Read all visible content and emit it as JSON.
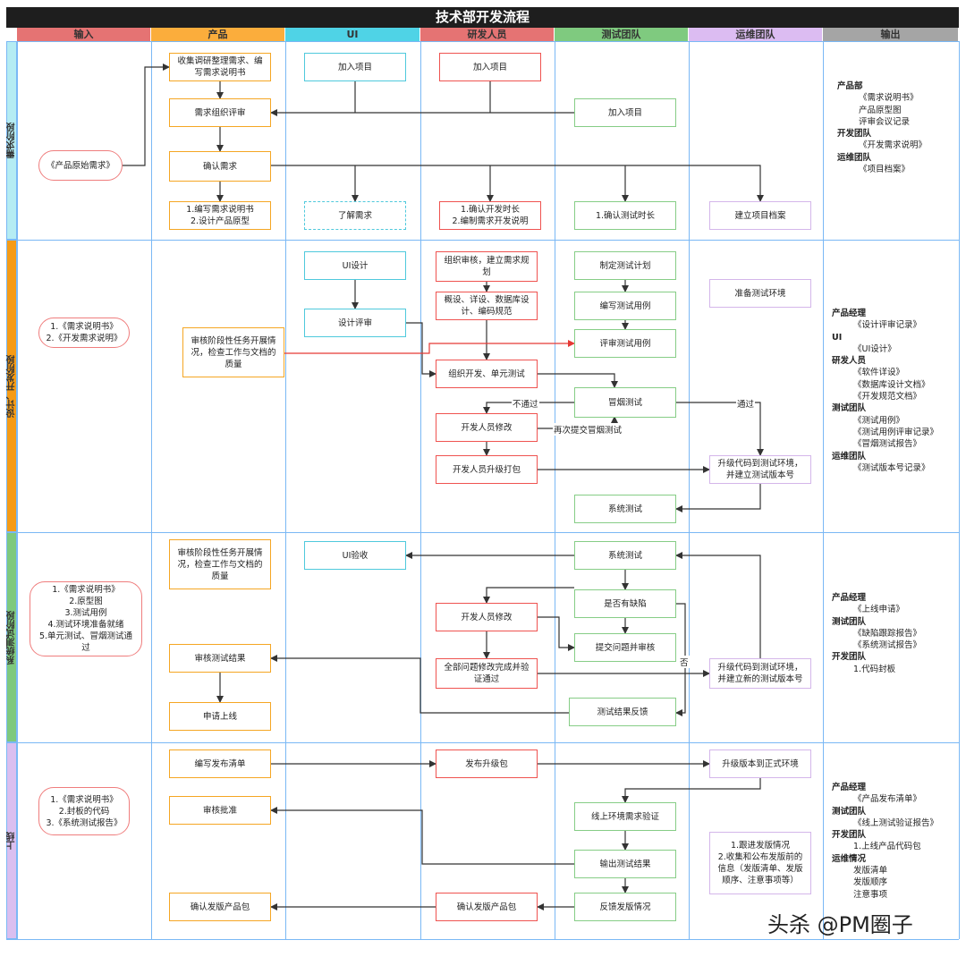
{
  "title": "技术部开发流程",
  "columns": [
    "输入",
    "产品",
    "UI",
    "研发人员",
    "测试团队",
    "运维团队",
    "输出"
  ],
  "column_colors": [
    "#e57373",
    "#fbad3c",
    "#4fd3e6",
    "#e57373",
    "#7fca7f",
    "#dcbcf2",
    "#a5a5a5"
  ],
  "phases": [
    "需求阶段",
    "设计、开发阶段",
    "系统测试阶段",
    "上线"
  ],
  "phase_colors": [
    "#b5ecf3",
    "#f59b16",
    "#7ec97e",
    "#dabff0"
  ],
  "boxes": {
    "r_in": "《产品原始需求》",
    "r_p1": "收集调研整理需求、编写需求说明书",
    "r_p2": "需求组织评审",
    "r_p3": "确认需求",
    "r_p4": "1.编写需求说明书\n2.设计产品原型",
    "r_ui1": "加入项目",
    "r_ui2": "了解需求",
    "r_d1": "加入项目",
    "r_d2": "1.确认开发时长\n2.编制需求开发说明",
    "r_t1": "加入项目",
    "r_t2": "1.确认测试时长",
    "r_o1": "建立项目档案",
    "d_in": "1.《需求说明书》\n2.《开发需求说明》",
    "d_p1": "审核阶段性任务开展情况，检查工作与文档的质量",
    "d_ui1": "UI设计",
    "d_ui2": "设计评审",
    "d_d1": "组织审核，建立需求规划",
    "d_d2": "概设、详设、数据库设计、编码规范",
    "d_d3": "组织开发、单元测试",
    "d_d4": "开发人员修改",
    "d_d5": "开发人员升级打包",
    "d_t1": "制定测试计划",
    "d_t2": "编写测试用例",
    "d_t3": "评审测试用例",
    "d_t4": "冒烟测试",
    "d_t5": "系统测试",
    "d_o1": "准备测试环境",
    "d_o2": "升级代码到测试环境，并建立测试版本号",
    "s_in": "1.《需求说明书》\n2.原型图\n3.测试用例\n4.测试环境准备就绪\n5.单元测试、冒烟测试通过",
    "s_p1": "审核阶段性任务开展情况，检查工作与文档的质量",
    "s_p2": "审核测试结果",
    "s_p3": "申请上线",
    "s_ui1": "UI验收",
    "s_d1": "开发人员修改",
    "s_d2": "全部问题修改完成并验证通过",
    "s_t1": "系统测试",
    "s_t2": "是否有缺陷",
    "s_t3": "提交问题并审核",
    "s_t4": "测试结果反馈",
    "s_o1": "升级代码到测试环境，并建立新的测试版本号",
    "l_in": "1.《需求说明书》\n2.封板的代码\n3.《系统测试报告》",
    "l_p1": "编写发布清单",
    "l_p2": "审核批准",
    "l_p3": "确认发版产品包",
    "l_d1": "发布升级包",
    "l_d2": "确认发版产品包",
    "l_t1": "线上环境需求验证",
    "l_t2": "输出测试结果",
    "l_t3": "反馈发版情况",
    "l_o1": "升级版本到正式环境",
    "l_o2": "1.跟进发版情况\n2.收集和公布发版前的信息（发版清单、发版顺序、注意事项等）"
  },
  "edge_labels": {
    "fail": "不通过",
    "resubmit": "再次提交冒烟测试",
    "pass": "通过",
    "no": "否"
  },
  "outputs": [
    [
      {
        "team": "产品部",
        "items": [
          "《需求说明书》",
          "产品原型图",
          "评审会议记录"
        ]
      },
      {
        "team": "开发团队",
        "items": [
          "《开发需求说明》"
        ]
      },
      {
        "team": "运维团队",
        "items": [
          "《项目档案》"
        ]
      }
    ],
    [
      {
        "team": "产品经理",
        "items": [
          "《设计评审记录》"
        ]
      },
      {
        "team": "UI",
        "items": [
          "《UI设计》"
        ]
      },
      {
        "team": "研发人员",
        "items": [
          "《软件详设》",
          "《数据库设计文档》",
          "《开发规范文档》"
        ]
      },
      {
        "team": "测试团队",
        "items": [
          "《测试用例》",
          "《测试用例评审记录》",
          "《冒烟测试报告》"
        ]
      },
      {
        "team": "运维团队",
        "items": [
          "《测试版本号记录》"
        ]
      }
    ],
    [
      {
        "team": "产品经理",
        "items": [
          "《上线申请》"
        ]
      },
      {
        "team": "测试团队",
        "items": [
          "《缺陷跟踪报告》",
          "《系统测试报告》"
        ]
      },
      {
        "team": "开发团队",
        "items": [
          "1.代码封板"
        ]
      }
    ],
    [
      {
        "team": "产品经理",
        "items": [
          "《产品发布清单》"
        ]
      },
      {
        "team": "测试团队",
        "items": [
          "《线上测试验证报告》"
        ]
      },
      {
        "team": "开发团队",
        "items": [
          "1.上线产品代码包"
        ]
      },
      {
        "team": "运维情况",
        "items": [
          "发版清单",
          "发版顺序",
          "注意事项"
        ]
      }
    ]
  ],
  "watermark": "头杀 @PM圈子"
}
